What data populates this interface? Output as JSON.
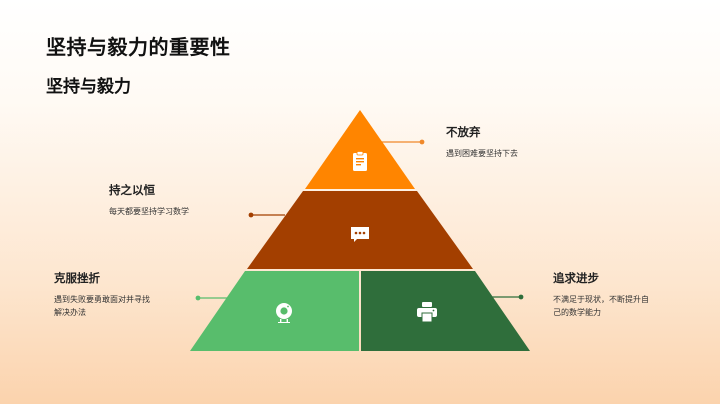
{
  "slide": {
    "title": "坚持与毅力的重要性",
    "subtitle": "坚持与毅力"
  },
  "pyramid": {
    "tiers": [
      {
        "id": "top",
        "color": "#ff8500",
        "icon": "clipboard-icon"
      },
      {
        "id": "middle",
        "color": "#a33f00",
        "icon": "chat-bubble-icon"
      },
      {
        "id": "bottom-left",
        "color": "#58bd6c",
        "icon": "webcam-icon"
      },
      {
        "id": "bottom-right",
        "color": "#2f6e3b",
        "icon": "printer-icon"
      }
    ],
    "separator_color": "#f7dcb9"
  },
  "labels": [
    {
      "title": "不放弃",
      "desc": "遇到困难要坚持下去",
      "connector_color": "#f0892a"
    },
    {
      "title": "持之以恒",
      "desc": "每天都要坚持学习数学",
      "connector_color": "#a33f00"
    },
    {
      "title": "克服挫折",
      "desc": "遇到失败要勇敢面对并寻找解决办法",
      "desc_line1": "遇到失败要勇敢面对并寻找",
      "desc_line2": "解决办法",
      "connector_color": "#58bd6c"
    },
    {
      "title": "追求进步",
      "desc": "不满足于现状，不断提升自己的数学能力",
      "desc_line1": "不满足于现状，不断提升自",
      "desc_line2": "己的数学能力",
      "connector_color": "#2f6e3b"
    }
  ]
}
